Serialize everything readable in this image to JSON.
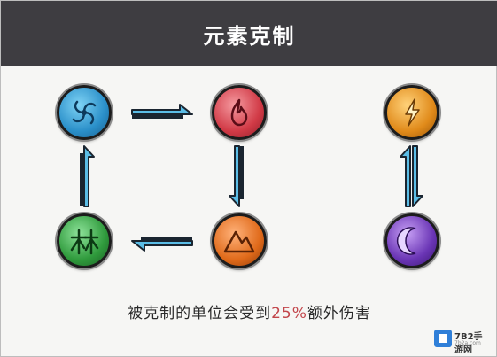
{
  "header": {
    "title": "元素克制"
  },
  "elements": [
    {
      "name": "wind",
      "icon": "swirl-icon",
      "color": "#2a8fc9"
    },
    {
      "name": "fire",
      "icon": "flame-icon",
      "color": "#d13a46"
    },
    {
      "name": "thunder",
      "icon": "lightning-icon",
      "color": "#e08a1a"
    },
    {
      "name": "wood",
      "icon": "forest-icon",
      "color": "#2f9a3c"
    },
    {
      "name": "earth",
      "icon": "mountain-icon",
      "color": "#e06a1a"
    },
    {
      "name": "moon",
      "icon": "crescent-moon-icon",
      "color": "#6a35b5"
    }
  ],
  "caption": {
    "prefix": "被克制的单位会受到",
    "percent": "25%",
    "suffix": "额外伤害"
  },
  "watermark": {
    "text": "7B2手游网",
    "sub": "7b2a.com"
  }
}
